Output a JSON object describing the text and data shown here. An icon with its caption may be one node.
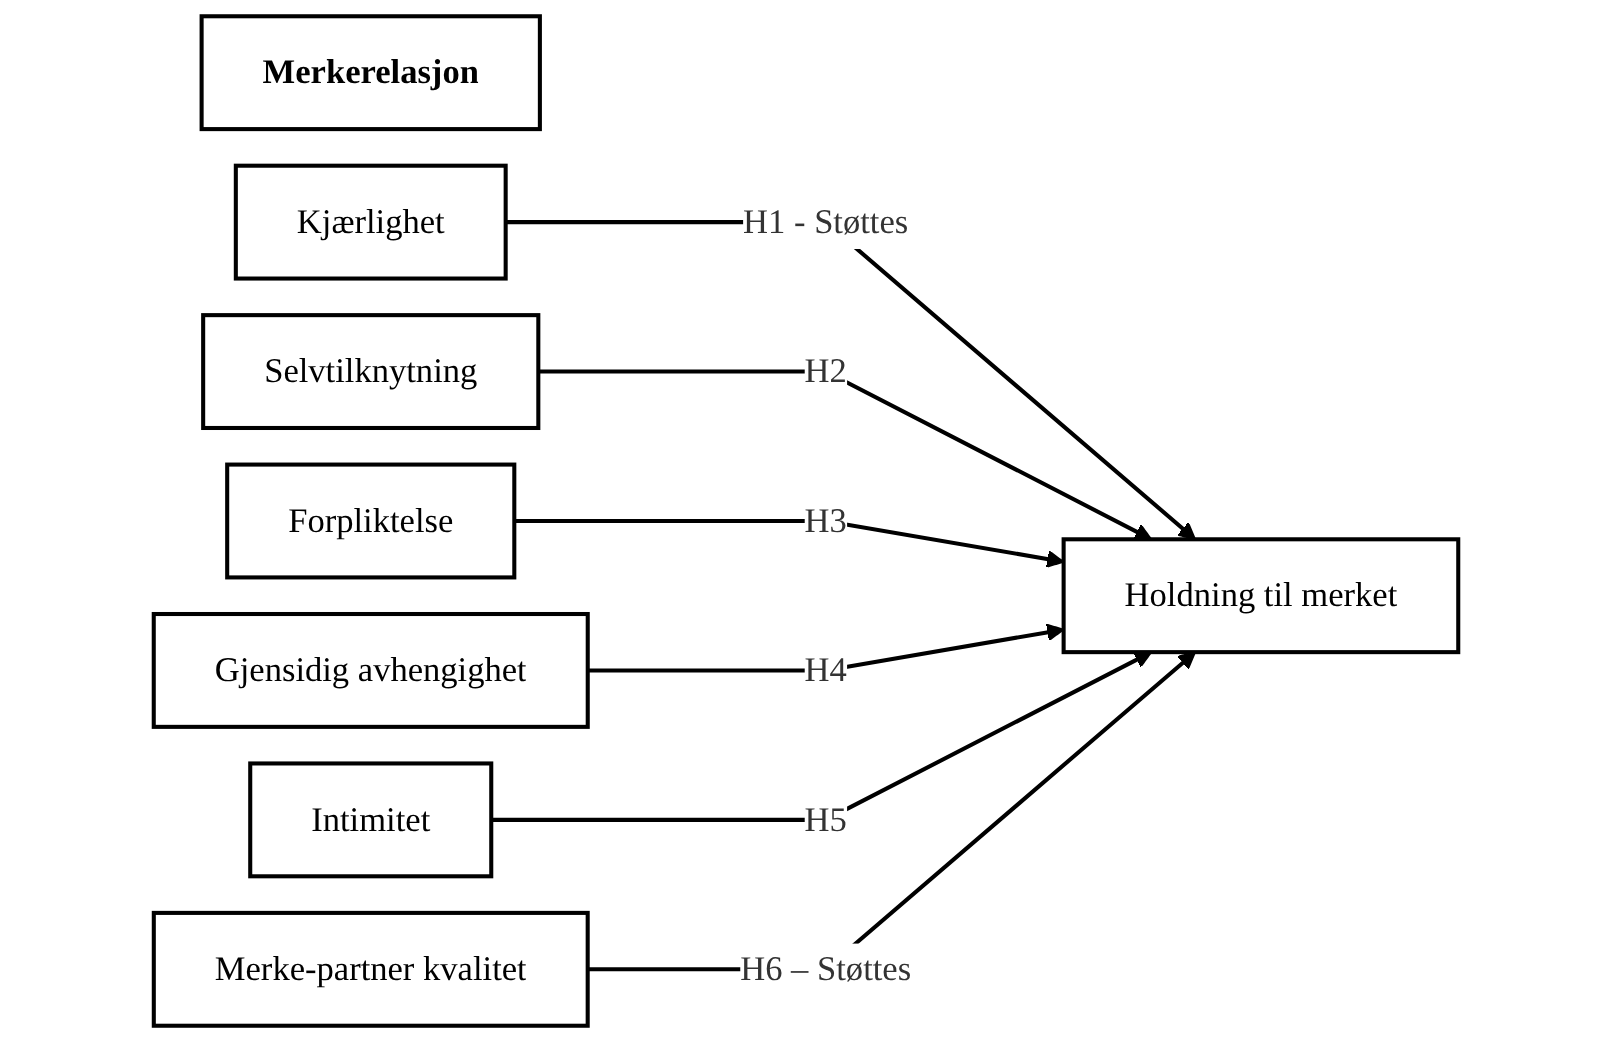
{
  "diagram": {
    "nodes": [
      {
        "text": [
          "Merkerelasjon"
        ]
      },
      {
        "text": [
          "Kjærlighet"
        ]
      },
      {
        "text": [
          "Selvtilknytning"
        ]
      },
      {
        "text": [
          "Forpliktelse"
        ]
      },
      {
        "text": [
          "Gjensidig avhengighet"
        ]
      },
      {
        "text": [
          "Intimitet"
        ]
      },
      {
        "text": [
          "Merke-partner kvalitet"
        ]
      },
      {
        "text": [
          "Holdning til merket"
        ]
      }
    ],
    "edges": [
      {
        "from": 1,
        "to": 7,
        "arrow": "to",
        "label": "H1 - Støttes"
      },
      {
        "from": 2,
        "to": 7,
        "arrow": "to",
        "label": "H2"
      },
      {
        "from": 3,
        "to": 7,
        "arrow": "to",
        "label": "H3"
      },
      {
        "from": 4,
        "to": 7,
        "arrow": "to",
        "label": "H4"
      },
      {
        "from": 5,
        "to": 7,
        "arrow": "to",
        "label": "H5"
      },
      {
        "from": 6,
        "to": 7,
        "arrow": "to",
        "label": "H6 – Støttes"
      }
    ]
  }
}
